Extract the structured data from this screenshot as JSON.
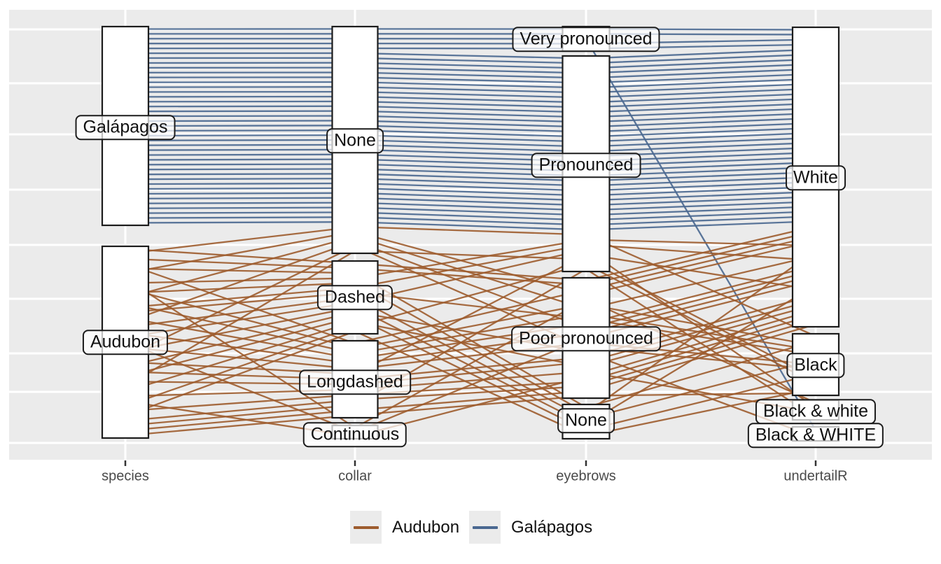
{
  "chart_data": {
    "type": "parallel-sets",
    "title": "",
    "panel_bg": "#ebebeb",
    "grid_color": "#ffffff",
    "bar_fill": "#ffffff",
    "bar_border": "#1c1c1c",
    "axes": [
      {
        "key": "species",
        "label": "species",
        "categories": [
          "Galápagos",
          "Audubon"
        ]
      },
      {
        "key": "collar",
        "label": "collar",
        "categories": [
          "None",
          "Dashed",
          "Longdashed",
          "Continuous"
        ]
      },
      {
        "key": "eyebrows",
        "label": "eyebrows",
        "categories": [
          "Very pronounced",
          "Pronounced",
          "Poor pronounced",
          "None"
        ]
      },
      {
        "key": "undertailR",
        "label": "undertailR",
        "categories": [
          "White",
          "Black",
          "Black & white",
          "Black & WHITE"
        ]
      }
    ],
    "series": [
      {
        "name": "Galápagos",
        "color": "#4a6890",
        "birds": [
          "None|Very pronounced|White",
          "None|Very pronounced|White",
          "None|Very pronounced|Black & WHITE",
          "None|Very pronounced|White",
          "None|Very pronounced|White",
          "None|Pronounced|White",
          "None|Pronounced|White",
          "None|Pronounced|White",
          "None|Pronounced|White",
          "None|Pronounced|White",
          "None|Pronounced|White",
          "None|Pronounced|White",
          "None|Pronounced|White",
          "None|Pronounced|White",
          "None|Pronounced|White",
          "None|Pronounced|White",
          "None|Pronounced|White",
          "None|Pronounced|White",
          "None|Pronounced|White",
          "None|Pronounced|White",
          "None|Pronounced|White",
          "None|Pronounced|White",
          "None|Pronounced|White",
          "None|Pronounced|White",
          "None|Pronounced|White",
          "None|Pronounced|White",
          "None|Pronounced|White",
          "None|Pronounced|White",
          "None|Pronounced|White",
          "None|Pronounced|White",
          "None|Pronounced|White",
          "None|Pronounced|White",
          "None|Pronounced|White",
          "None|Pronounced|White",
          "None|Pronounced|White",
          "None|Pronounced|White",
          "None|Pronounced|White",
          "None|Pronounced|White",
          "None|Pronounced|White",
          "None|Pronounced|White",
          "None|Pronounced|White"
        ]
      },
      {
        "name": "Audubon",
        "color": "#9d5c2e",
        "birds": [
          "Dashed|Poor pronounced|White",
          "None|Pronounced|Black",
          "Dashed|Poor pronounced|White",
          "Longdashed|Poor pronounced|White",
          "Dashed|None|Black",
          "None|Poor pronounced|White",
          "Continuous|Poor pronounced|Black & white",
          "Dashed|Pronounced|White",
          "Longdashed|Poor pronounced|Black",
          "Dashed|None|White",
          "None|Poor pronounced|White",
          "Longdashed|Poor pronounced|Black",
          "Dashed|Pronounced|White",
          "Dashed|Poor pronounced|Black",
          "Longdashed|Poor pronounced|White",
          "None|Poor pronounced|White",
          "Dashed|None|Black",
          "Longdashed|Poor pronounced|White",
          "Dashed|Pronounced|Black & white",
          "Continuous|Poor pronounced|White",
          "Longdashed|Poor pronounced|Black",
          "Dashed|None|White",
          "None|Poor pronounced|Black",
          "Longdashed|Pronounced|White",
          "Dashed|Poor pronounced|Black & WHITE",
          "Longdashed|Poor pronounced|White",
          "Dashed|None|Black",
          "Longdashed|Poor pronounced|White",
          "None|Pronounced|Black",
          "Dashed|Poor pronounced|White",
          "Longdashed|Poor pronounced|Black & white",
          "Continuous|Poor pronounced|White",
          "Dashed|Pronounced|Black",
          "Longdashed|Poor pronounced|White",
          "Dashed|None|Black",
          "Longdashed|Poor pronounced|White",
          "Longdashed|Pronounced|Black & white",
          "Longdashed|Poor pronounced|White",
          "Longdashed|Poor pronounced|Black"
        ]
      }
    ],
    "legend": {
      "position": "bottom",
      "items": [
        {
          "label": "Audubon",
          "color": "#9d5c2e"
        },
        {
          "label": "Galápagos",
          "color": "#4a6890"
        }
      ]
    }
  }
}
